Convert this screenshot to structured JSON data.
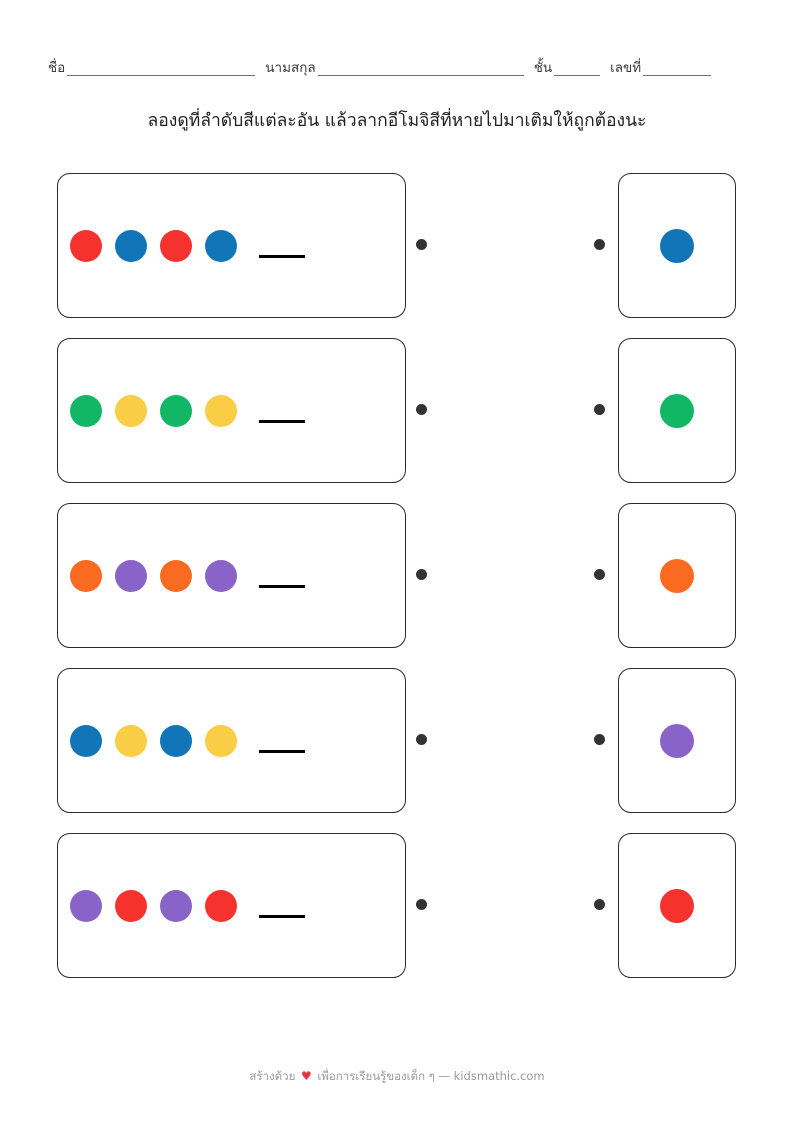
{
  "header": {
    "name_label": "ชื่อ",
    "surname_label": "นามสกุล",
    "class_label": "ชั้น",
    "number_label": "เลขที่"
  },
  "instruction": "ลองดูที่ลำดับสีแต่ละอัน แล้วลากอีโมจิสีที่หายไปมาเติมให้ถูกต้องนะ",
  "colors": {
    "red": "#F5322D",
    "blue": "#1275B8",
    "green": "#11B765",
    "yellow": "#F9CE46",
    "orange": "#FB6A21",
    "purple": "#8A63C9",
    "connector": "#333333",
    "border": "#2B2B2B",
    "blank": "#000000",
    "heart": "#E8333A"
  },
  "rows": [
    {
      "pattern": [
        "red",
        "blue",
        "red",
        "blue"
      ],
      "blank": true,
      "answer": "blue"
    },
    {
      "pattern": [
        "green",
        "yellow",
        "green",
        "yellow"
      ],
      "blank": true,
      "answer": "green"
    },
    {
      "pattern": [
        "orange",
        "purple",
        "orange",
        "purple"
      ],
      "blank": true,
      "answer": "orange"
    },
    {
      "pattern": [
        "blue",
        "yellow",
        "blue",
        "yellow"
      ],
      "blank": true,
      "answer": "purple"
    },
    {
      "pattern": [
        "purple",
        "red",
        "purple",
        "red"
      ],
      "blank": true,
      "answer": "red"
    }
  ],
  "footer": {
    "text_before": "สร้างด้วย",
    "heart": "♥",
    "text_after": "เพื่อการเรียนรู้ของเด็ก ๆ — kidsmathic.com"
  }
}
